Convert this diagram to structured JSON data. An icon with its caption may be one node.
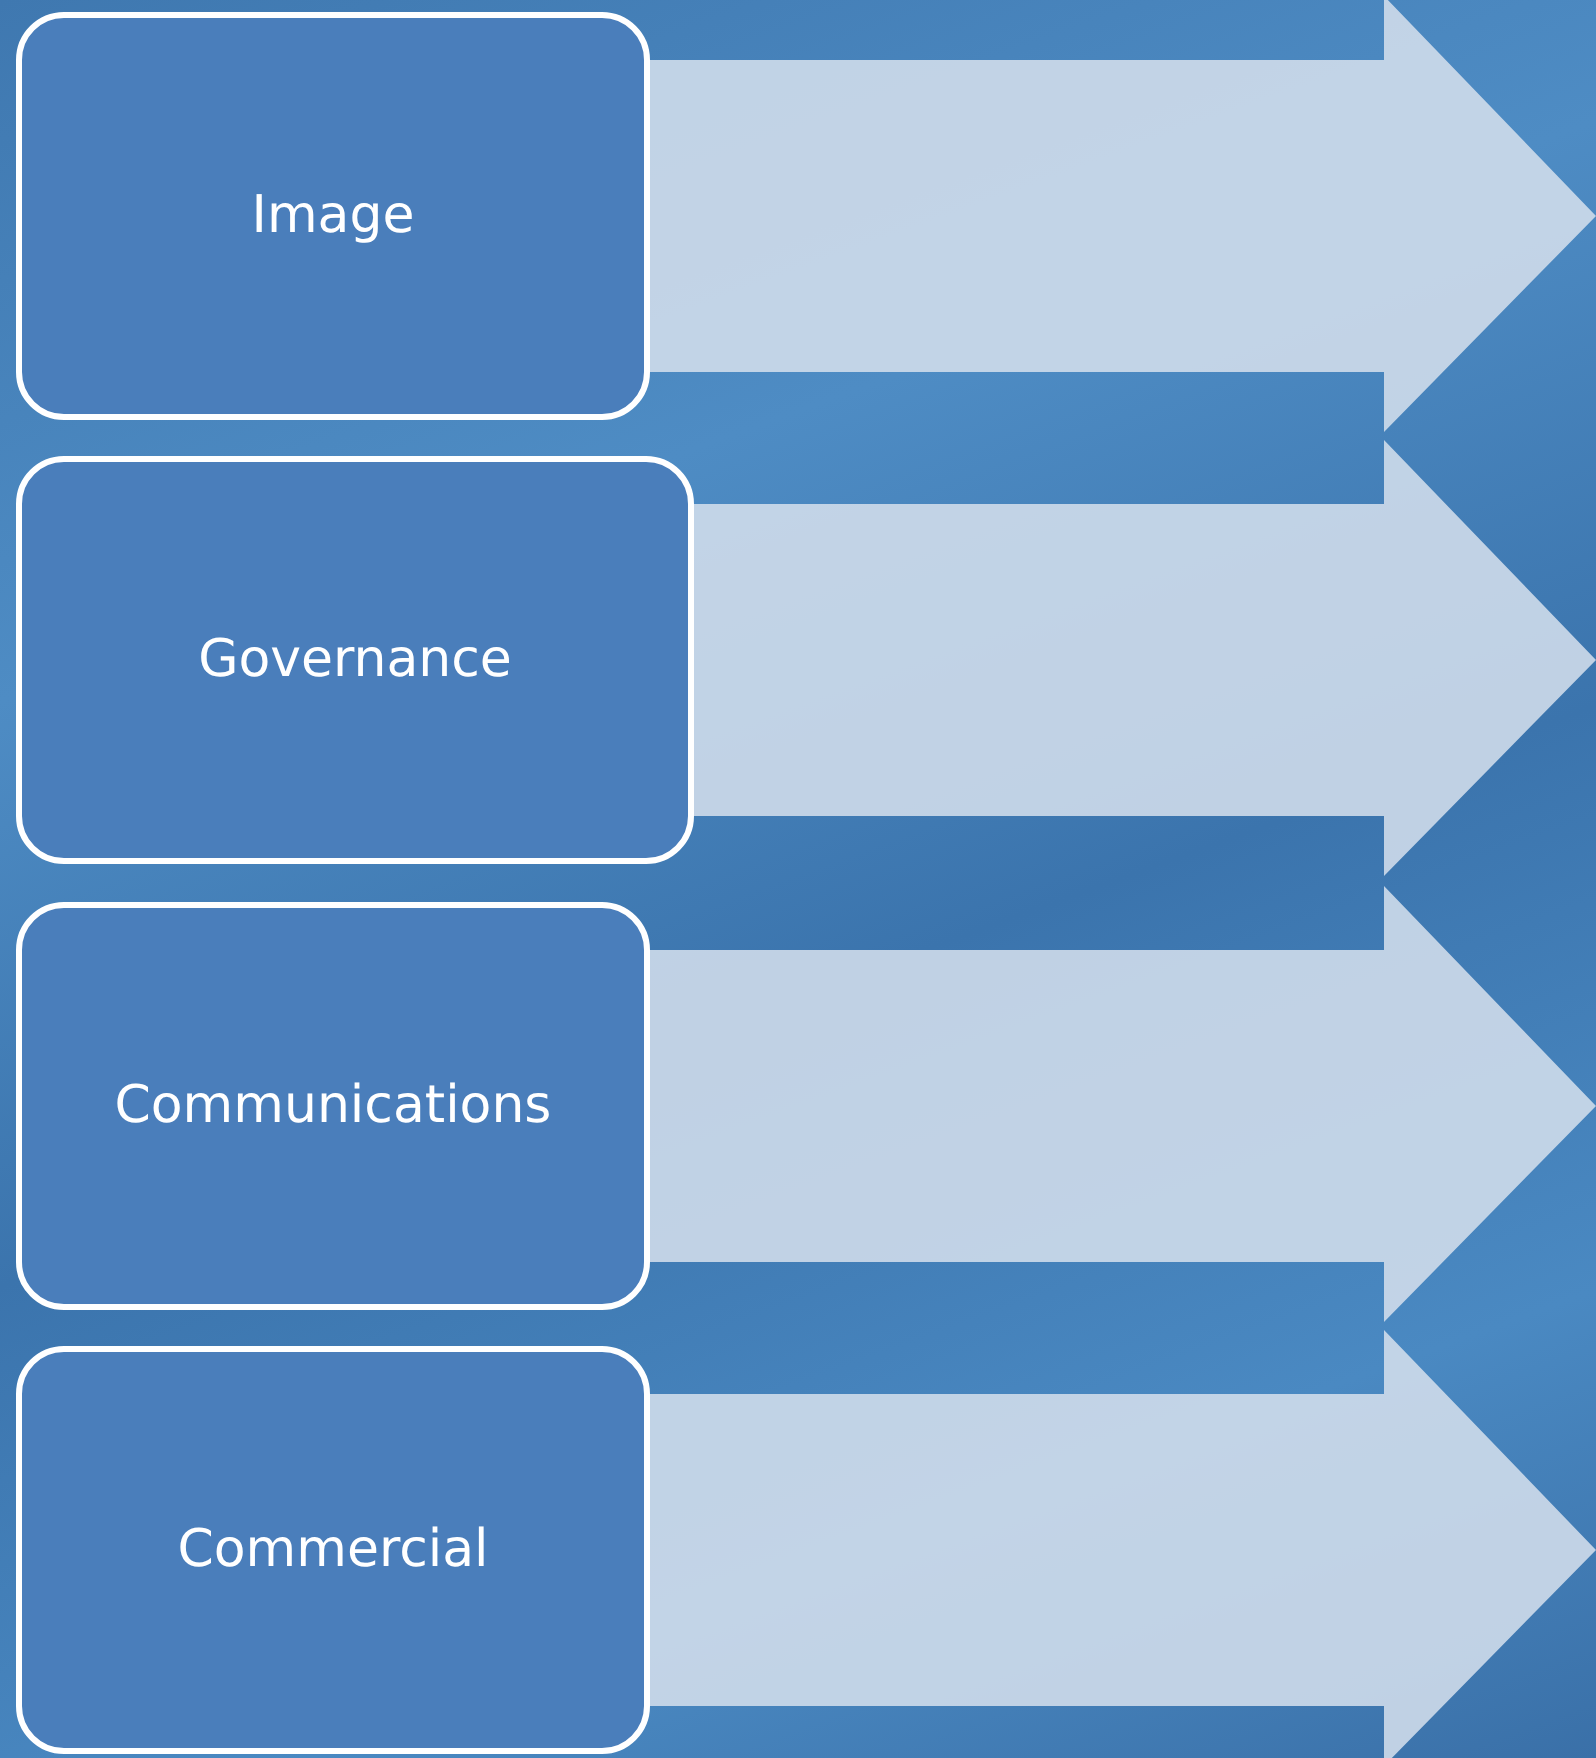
{
  "diagram": {
    "nodes": [
      {
        "text": [
          "Image"
        ]
      },
      {
        "text": [
          "Governance"
        ]
      },
      {
        "text": [
          "Communications"
        ]
      },
      {
        "text": [
          "Commercial"
        ]
      }
    ],
    "edges": [
      {
        "from": 0,
        "to": null,
        "arrow": "to"
      },
      {
        "from": 1,
        "to": null,
        "arrow": "to"
      },
      {
        "from": 2,
        "to": null,
        "arrow": "to"
      },
      {
        "from": 3,
        "to": null,
        "arrow": "to"
      }
    ]
  }
}
